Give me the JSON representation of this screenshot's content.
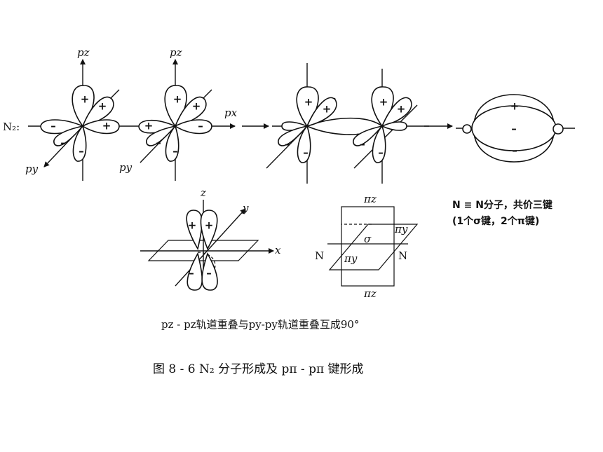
{
  "signs": {
    "plus": "+",
    "minus": "–"
  },
  "labels": {
    "n2": "N₂:",
    "pz": "pz",
    "py": "py",
    "px": "px",
    "z": "z",
    "y": "y",
    "x": "x",
    "N": "N",
    "pi_z": "πz",
    "pi_y": "πy",
    "sigma": "σ"
  },
  "note": {
    "line1": "N ≡ N分子，共价三键",
    "line2": "(1个σ键，2个π键)"
  },
  "caption_overlap": "pz - pz轨道重叠与py-py轨道重叠互成90°",
  "figure_caption": "图 8 - 6   N₂ 分子形成及 pπ - pπ 键形成"
}
